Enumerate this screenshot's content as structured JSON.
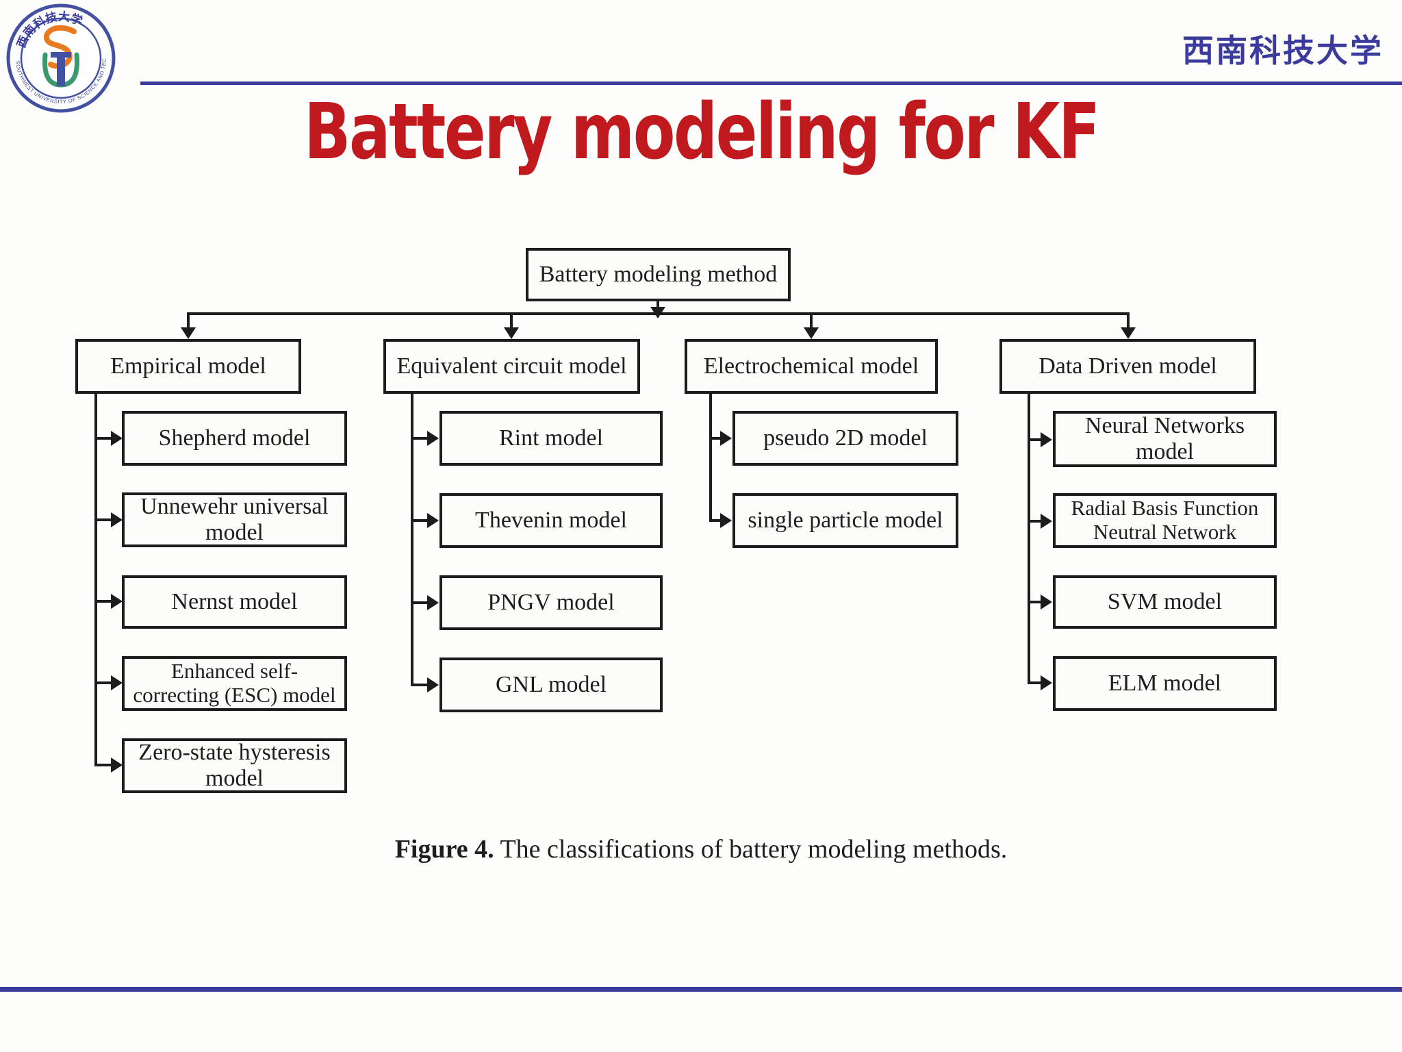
{
  "header": {
    "university_name_cn": "西南科技大学",
    "logo_ring_text": "SOUTHWEST UNIVERSITY OF SCIENCE AND TECHNOLOGY",
    "logo_arc_cn": "西南科技大学"
  },
  "title": "Battery modeling for KF",
  "diagram": {
    "root": "Battery modeling method",
    "branches": [
      {
        "label": "Empirical model",
        "children": [
          "Shepherd model",
          "Unnewehr universal model",
          "Nernst model",
          "Enhanced self-correcting (ESC) model",
          "Zero-state hysteresis model"
        ]
      },
      {
        "label": "Equivalent circuit model",
        "children": [
          "Rint model",
          "Thevenin model",
          "PNGV model",
          "GNL model"
        ]
      },
      {
        "label": "Electrochemical model",
        "children": [
          "pseudo 2D model",
          "single particle model"
        ]
      },
      {
        "label": "Data Driven model",
        "children": [
          "Neural Networks model",
          "Radial Basis Function Neutral Network",
          "SVM model",
          "ELM model"
        ]
      }
    ],
    "caption": {
      "label": "Figure 4.",
      "text": " The classifications of battery modeling methods."
    }
  },
  "colors": {
    "accent_blue": "#3b3b9d",
    "title_red": "#c01a1e",
    "diagram_ink": "#1c1c1c",
    "logo_orange": "#e87a1f",
    "logo_green": "#3a9a6e",
    "logo_blue": "#4450a2"
  },
  "icons": {
    "university-logo": "circular university seal: orange dragon S over teal torch, ring lettering"
  }
}
